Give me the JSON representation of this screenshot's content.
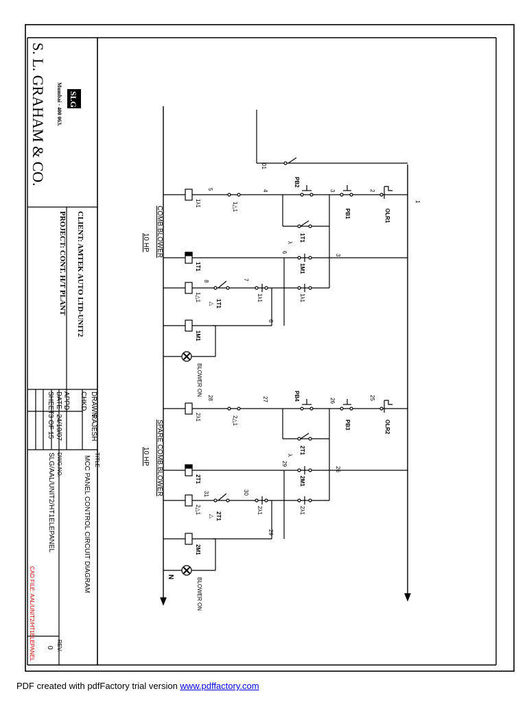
{
  "company": {
    "name": "S. L. GRAHAM & CO.",
    "address": "Mumbai - 400 063.",
    "logo_text": "SLG"
  },
  "project_info": {
    "client": "CLIENT: AMTEK AUTO LTD-UNIT2",
    "project": "PROJECT:  CONT. H/T PLANT"
  },
  "title_block": {
    "drawn_label": "DRAWN",
    "drawn_value": "RAJESH",
    "chkd_label": "CHKD.",
    "chkd_value": "",
    "appd_label": "APPD.",
    "appd_value": "-",
    "date_label": "DATE",
    "date_value": "24/10/07",
    "sheet_label": "SHEET",
    "sheet_value": "3  OF  15",
    "title_label": "TITLE",
    "title_value": "MCC  PANEL  CONTROL  CIRCUIT  DIAGRAM",
    "dwg_label": "DWG.NO.",
    "dwg_value": "SLG/AAL/UNIT2/HT1ELEPANEL",
    "rev_label": "REV.",
    "rev_value": "0",
    "cad_file": "CAD FILE: AAL/UNIT2/HT1ELEPANEL"
  },
  "sections": [
    {
      "title": "COMB.BLOWER",
      "rating": "10 HP"
    },
    {
      "title": "SPARE  COMB.BLOWER",
      "rating": "10 HP"
    }
  ],
  "rails": {
    "left_mark": "1",
    "right_mark": "N"
  },
  "circuit1": {
    "olr": "OLR1",
    "pb_stop": "PB1",
    "pb_start": "PB2",
    "contact_y": "1T1",
    "main": "1M1",
    "star_nc": "1△1",
    "star_no": "1λ1",
    "timer_coil": "1T1",
    "delta_coil": "1△1",
    "star_coil": "1λ1",
    "main_coil": "1M1",
    "timer_contact": "1T1",
    "delay_mark": "△",
    "star_sym": "λ",
    "lamp": "BLOWER ON",
    "wires": {
      "w2": "2",
      "w3": "3",
      "w3b": "3",
      "w4": "4",
      "w5": "5",
      "w6": "6",
      "w6b": "6",
      "w7": "7",
      "w8": "8",
      "w01": "01"
    }
  },
  "circuit2": {
    "olr": "OLR2",
    "pb_stop": "PB3",
    "pb_start": "PB4",
    "contact_y": "2T1",
    "main": "2M1",
    "star_nc": "2△1",
    "star_no": "2λ1",
    "timer_coil": "2T1",
    "delta_coil": "2△1",
    "star_coil": "2λ1",
    "main_coil": "2M1",
    "timer_contact": "2T1",
    "delay_mark": "△",
    "star_sym": "λ",
    "lamp": "BLOWER ON",
    "wires": {
      "w25": "25",
      "w26": "26",
      "w26b": "26",
      "w27": "27",
      "w28": "28",
      "w29": "29",
      "w29b": "29",
      "w30": "30",
      "w31": "31"
    }
  },
  "footer": {
    "prefix": "PDF created with pdfFactory trial version ",
    "link": "www.pdffactory.com"
  }
}
